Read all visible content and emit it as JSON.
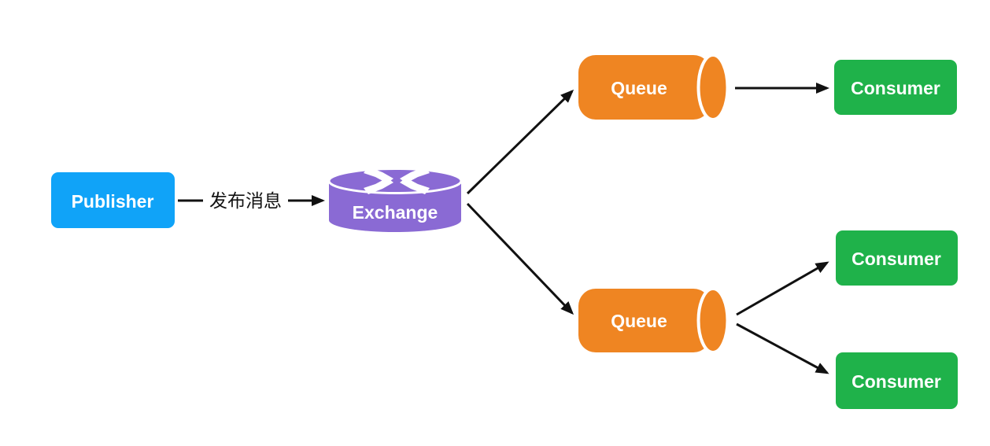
{
  "diagram": {
    "publisher": {
      "label": "Publisher",
      "color": "#10A3F8"
    },
    "exchange": {
      "label": "Exchange",
      "color": "#8A6AD4"
    },
    "queue_top": {
      "label": "Queue",
      "color": "#EF8522"
    },
    "queue_bottom": {
      "label": "Queue",
      "color": "#EF8522"
    },
    "consumer_top": {
      "label": "Consumer",
      "color": "#1FB24A"
    },
    "consumer_middle": {
      "label": "Consumer",
      "color": "#1FB24A"
    },
    "consumer_bottom": {
      "label": "Consumer",
      "color": "#1FB24A"
    },
    "publish_edge_label": "发布消息",
    "arrow_color": "#111111",
    "background": "#FFFFFF"
  }
}
